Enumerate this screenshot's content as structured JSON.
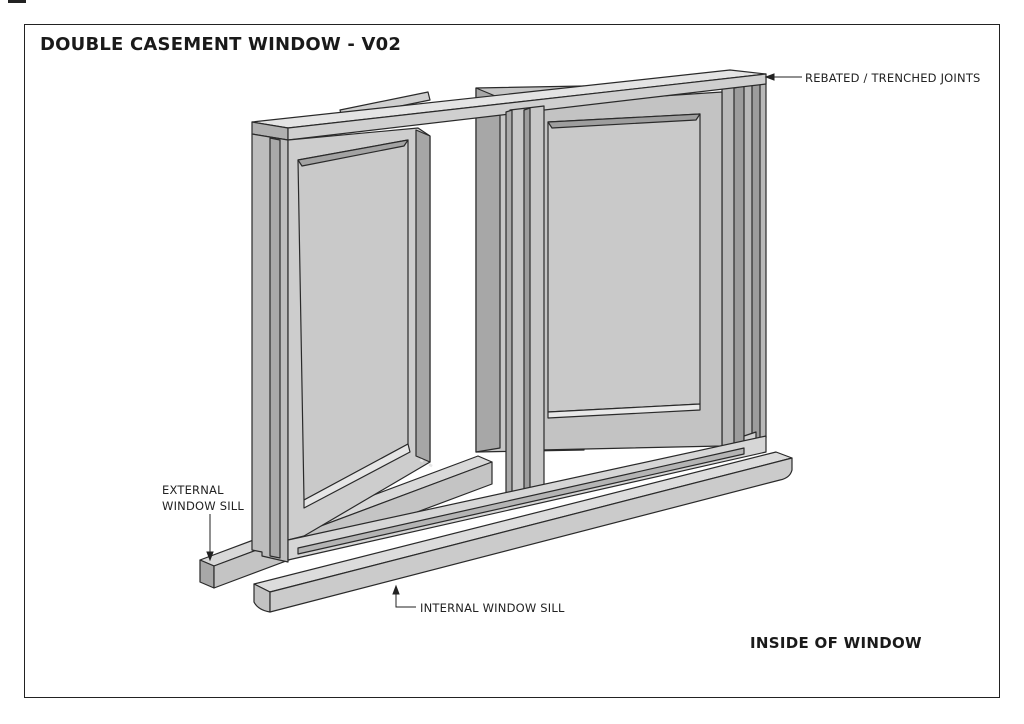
{
  "title": "DOUBLE CASEMENT WINDOW - V02",
  "labels": {
    "rebated_joints": "REBATED / TRENCHED JOINTS",
    "external_sill_line1": "EXTERNAL",
    "external_sill_line2": "WINDOW SILL",
    "internal_sill": "INTERNAL WINDOW SILL"
  },
  "view_note": "INSIDE OF WINDOW",
  "colors": {
    "timber": "#c9c9c9",
    "timber_dark": "#9e9e9e",
    "timber_light": "#e2e2e2",
    "glass": "#bdbdbd",
    "outline": "#2a2a2a"
  }
}
